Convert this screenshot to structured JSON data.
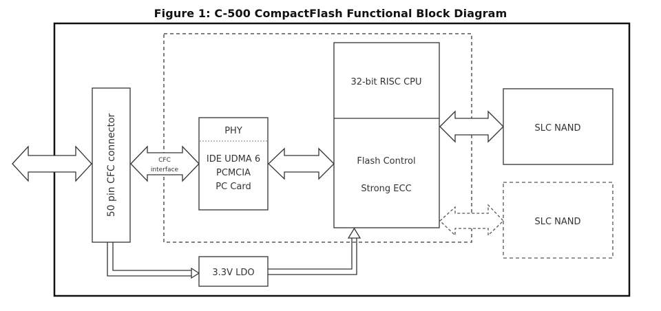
{
  "figure": {
    "title": "Figure 1: C-500 CompactFlash Functional Block Diagram"
  },
  "blocks": {
    "connector": "50 pin CFC connector",
    "cfc_interface_line1": "CFC",
    "cfc_interface_line2": "interface",
    "phy_header": "PHY",
    "phy_line1": "IDE UDMA 6",
    "phy_line2": "PCMCIA",
    "phy_line3": "PC Card",
    "cpu": "32-bit RISC CPU",
    "flash_control": "Flash Control",
    "ecc": "Strong ECC",
    "nand_primary": "SLC NAND",
    "nand_optional": "SLC NAND",
    "ldo": "3.3V LDO"
  },
  "colors": {
    "stroke": "#333333",
    "frame": "#111111",
    "dashed": "#555555"
  }
}
